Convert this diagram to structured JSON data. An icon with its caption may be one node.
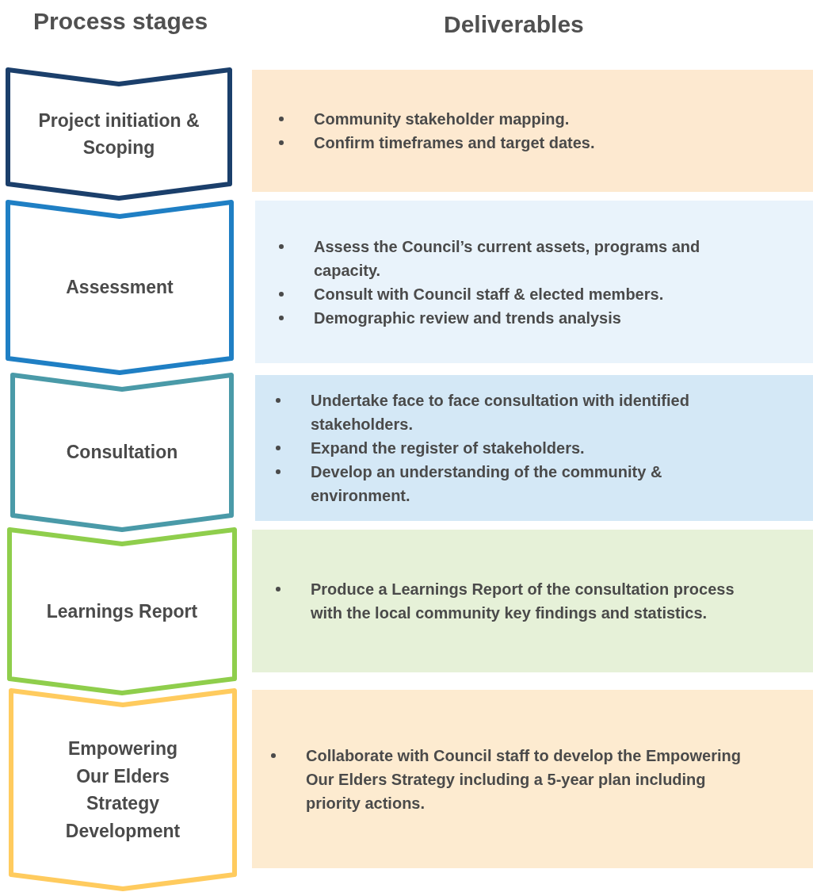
{
  "diagram": {
    "nodes": [
      {
        "text": [
          "Project initiation & Scoping"
        ]
      },
      {
        "text": [
          "Assessment"
        ]
      },
      {
        "text": [
          "Consultation"
        ]
      },
      {
        "text": [
          "Learnings Report"
        ]
      },
      {
        "text": [
          "Empowering Our Elders Strategy Development"
        ]
      },
      {
        "text": [
          "Community stakeholder mapping.",
          "Confirm timeframes and target dates."
        ]
      },
      {
        "text": [
          "Assess the Council’s current assets, programs and capacity.",
          "Consult with Council staff & elected members.",
          "Demographic review and trends analysis"
        ]
      },
      {
        "text": [
          "Undertake face to face consultation with identified stakeholders.",
          "Expand the register of stakeholders.",
          "Develop an understanding of the community & environment."
        ]
      },
      {
        "text": [
          "Produce a Learnings Report of the consultation process with the local community key findings and statistics."
        ]
      },
      {
        "text": [
          "Collaborate with Council staff to develop the Empowering Our Elders Strategy including a 5-year plan including priority actions."
        ]
      }
    ],
    "edges": [],
    "labels": [
      "Process stages",
      "Deliverables"
    ]
  }
}
